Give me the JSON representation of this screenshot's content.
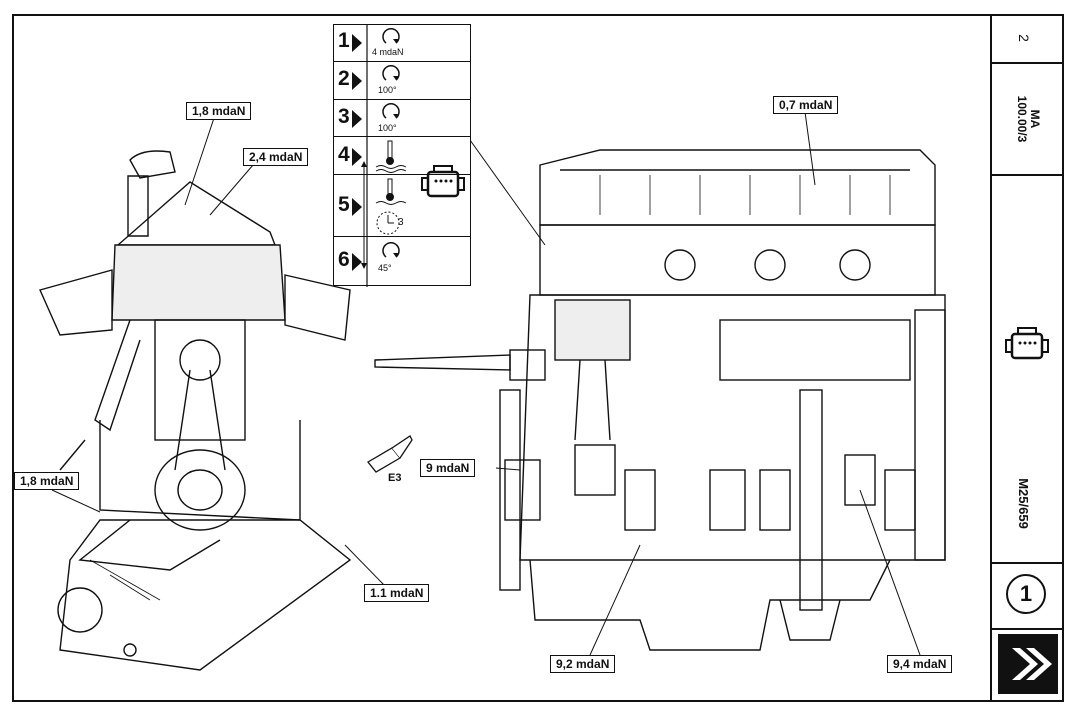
{
  "sheet": {
    "page_number": "2",
    "section": "MA\n100.00/3",
    "section_line1": "MA",
    "section_line2": "100.00/3",
    "doc_code": "M25/659",
    "circle_number": "1",
    "brand": "Citroën chevrons"
  },
  "steps": {
    "rows": [
      {
        "num": "1",
        "caption": "4 mdaN",
        "icon": "torque-arrow-icon"
      },
      {
        "num": "2",
        "caption": "100°",
        "icon": "torque-arrow-icon"
      },
      {
        "num": "3",
        "caption": "100°",
        "icon": "torque-arrow-icon"
      },
      {
        "num": "4",
        "caption": "",
        "icon": "engine-temperature-icon"
      },
      {
        "num": "5",
        "caption": "3",
        "icon": "clock-icon"
      },
      {
        "num": "6",
        "caption": "45°",
        "icon": "torque-arrow-icon"
      }
    ]
  },
  "callouts": {
    "head_bolt_left": "1,8 mdaN",
    "head_bolt_right": "2,4 mdaN",
    "block_side": "1,8 mdaN",
    "sump": "1.1 mdaN",
    "cover": "0,7 mdaN",
    "crank_pulley": "9 mdaN",
    "main_bearing": "9,2 mdaN",
    "rod_bearing": "9,4 mdaN"
  },
  "sealant": {
    "label": "E3"
  }
}
